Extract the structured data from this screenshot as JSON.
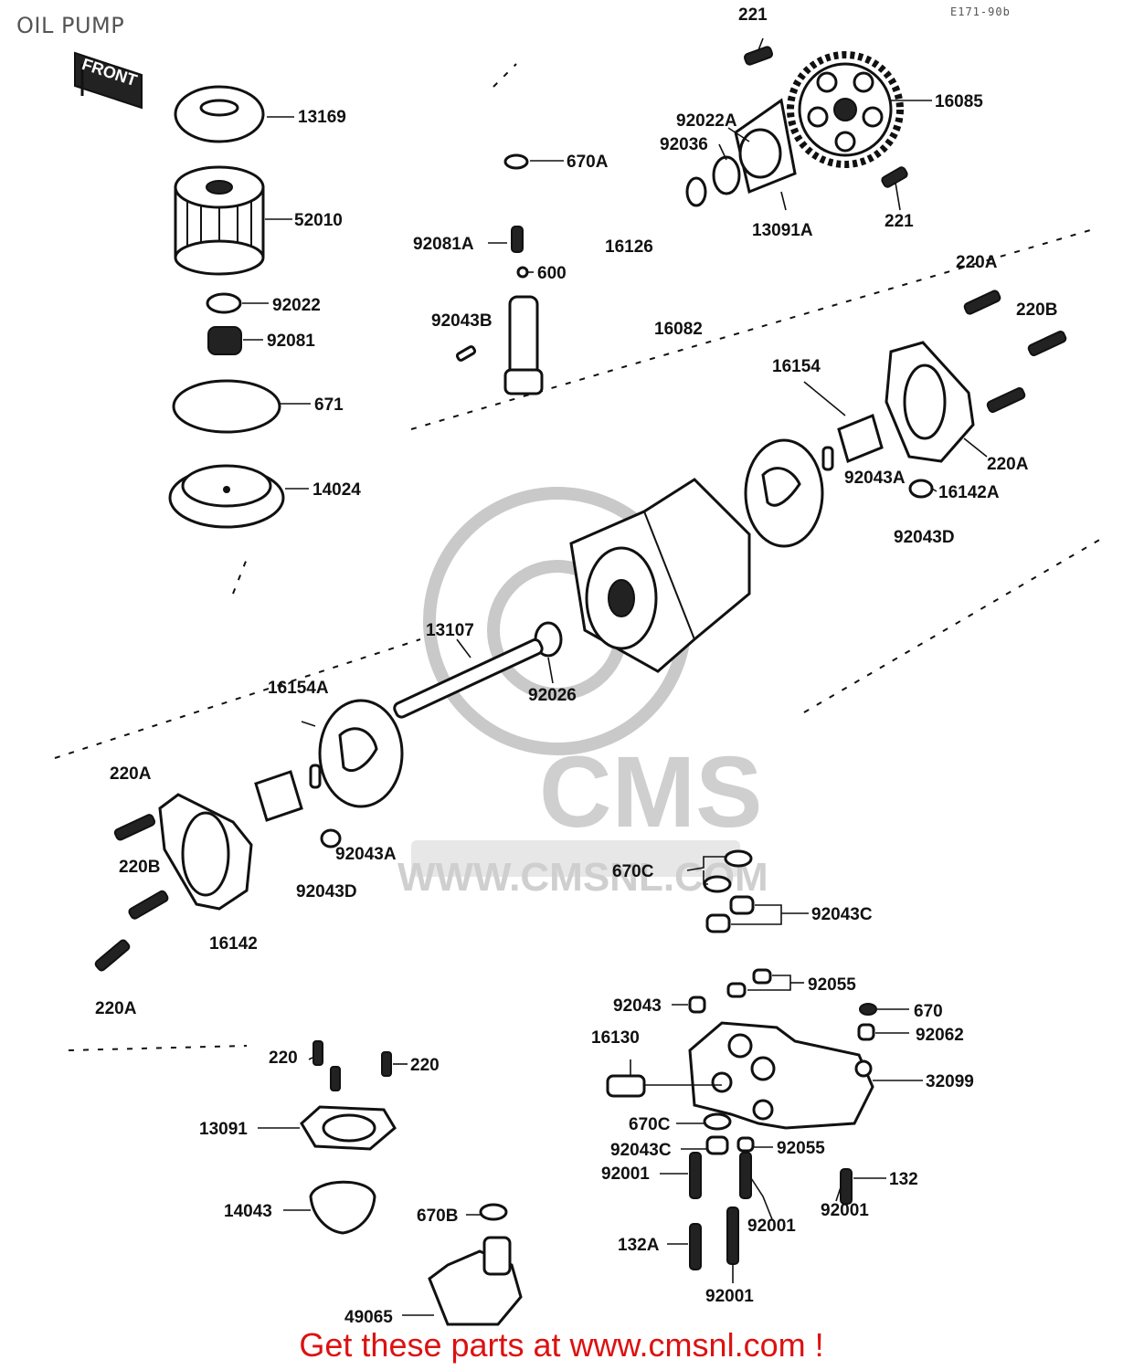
{
  "title": "OIL PUMP",
  "drawing_code": "E171-90b",
  "front_badge": "FRONT",
  "watermark": {
    "brand": "CMS",
    "url": "WWW.CMSNL.COM"
  },
  "footer": "Get these parts at www.cmsnl.com !",
  "labels": {
    "l221_top": "221",
    "l16085": "16085",
    "l92022A": "92022A",
    "l92036": "92036",
    "l13091A": "13091A",
    "l221_bot": "221",
    "l13169": "13169",
    "l52010": "52010",
    "l92022": "92022",
    "l92081": "92081",
    "l671": "671",
    "l14024": "14024",
    "l670A": "670A",
    "l92081A": "92081A",
    "l16126": "16126",
    "l600": "600",
    "l92043B": "92043B",
    "l16082": "16082",
    "l220A_r1": "220A",
    "l220B_r": "220B",
    "l16154": "16154",
    "l220A_r2": "220A",
    "l92043A_r": "92043A",
    "l16142A": "16142A",
    "l92043D_r": "92043D",
    "l13107": "13107",
    "l92026": "92026",
    "l16154A": "16154A",
    "l220A_l1": "220A",
    "l220B_l": "220B",
    "l92043A_l": "92043A",
    "l92043D_l": "92043D",
    "l16142": "16142",
    "l220A_l2": "220A",
    "l670C_1": "670C",
    "l92043C_1": "92043C",
    "l92055_1": "92055",
    "l92043": "92043",
    "l670": "670",
    "l16130": "16130",
    "l92062": "92062",
    "l32099": "32099",
    "l670C_2": "670C",
    "l92043C_2": "92043C",
    "l92055_2": "92055",
    "l92001_1": "92001",
    "l132": "132",
    "l92001_2": "92001",
    "l92001_3": "92001",
    "l132A": "132A",
    "l92001_4": "92001",
    "l220_1": "220",
    "l220_2": "220",
    "l13091": "13091",
    "l14043": "14043",
    "l670B": "670B",
    "l49065": "49065"
  }
}
